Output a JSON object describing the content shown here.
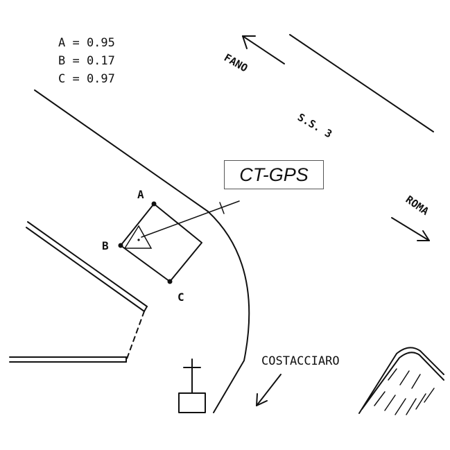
{
  "legend": {
    "line_a": "A = 0.95",
    "line_b": "B = 0.17",
    "line_c": "C = 0.97"
  },
  "labels": {
    "fano": "FANO",
    "ss3": "S.S. 3",
    "roma": "ROMA",
    "costacciaro": "COSTACCIARO",
    "instrument": "CT-GPS"
  },
  "points": {
    "a": "A",
    "b": "B",
    "c": "C"
  },
  "icons": {
    "arrow_fano": "arrow-up-left-icon",
    "arrow_roma": "arrow-down-right-icon",
    "arrow_costacciaro": "arrow-down-left-icon",
    "station": "triangle-station-icon",
    "church": "cross-icon"
  }
}
